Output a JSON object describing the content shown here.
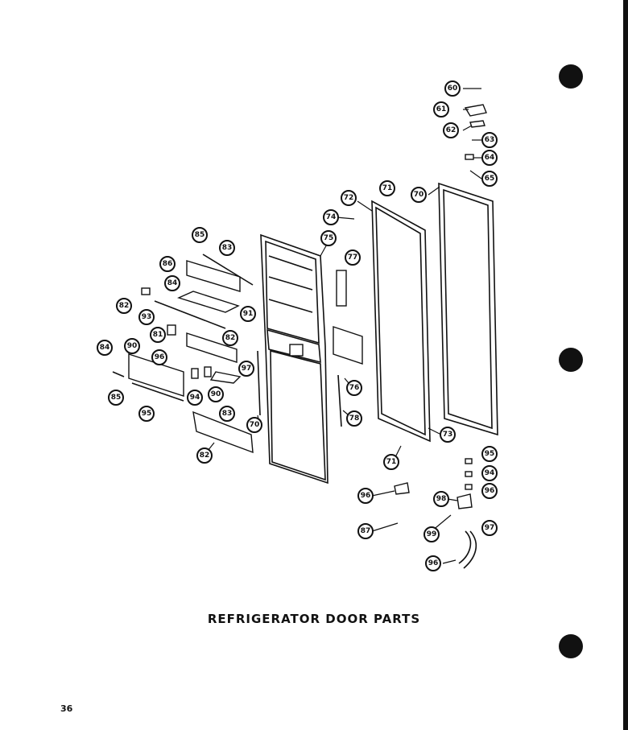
{
  "title": "REFRIGERATOR DOOR PARTS",
  "page_number": "36",
  "callouts": [
    "60",
    "61",
    "62",
    "63",
    "64",
    "65",
    "70",
    "72",
    "71",
    "74",
    "75",
    "77",
    "76",
    "78",
    "71",
    "73",
    "85",
    "83",
    "86",
    "84",
    "82",
    "93",
    "81",
    "91",
    "82",
    "84",
    "90",
    "96",
    "97",
    "85",
    "94",
    "90",
    "95",
    "83",
    "70",
    "82",
    "95",
    "94",
    "96",
    "97",
    "96",
    "87",
    "98",
    "99",
    "96"
  ]
}
